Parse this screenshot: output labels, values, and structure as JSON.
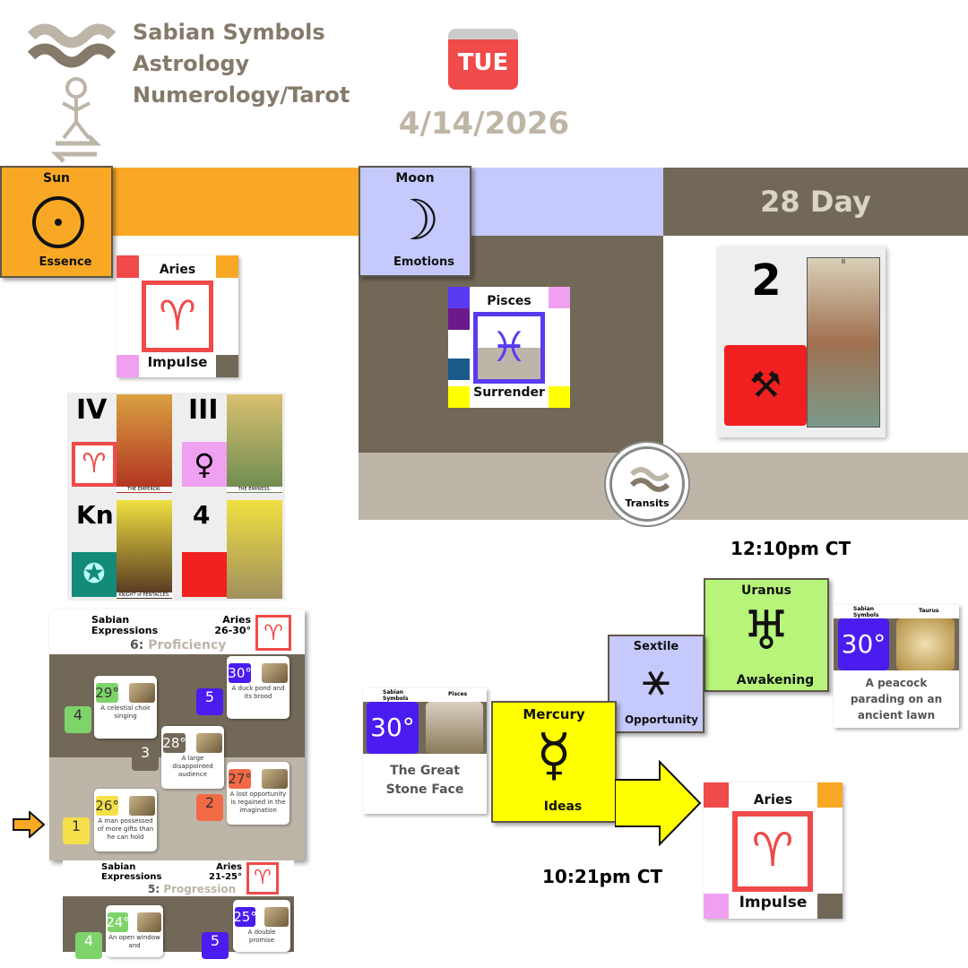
{
  "logo": {
    "lines": [
      "Sabian Symbols",
      "Astrology",
      "Numerology/Tarot"
    ]
  },
  "calendar": {
    "weekday": "TUE",
    "date": "4/14/2026"
  },
  "cycle": {
    "label": "28 Day"
  },
  "sun": {
    "title": "Sun",
    "keyword": "Essence",
    "sign": "Aries",
    "sign_keyword": "Impulse"
  },
  "moon": {
    "title": "Moon",
    "keyword": "Emotions",
    "sign": "Pisces",
    "sign_keyword": "Surrender"
  },
  "tarot_day": {
    "number": "2",
    "card": "II"
  },
  "tarot_grid": [
    {
      "label": "IV",
      "caption": "THE EMPEROR."
    },
    {
      "label": "III",
      "caption": "THE EMPRESS."
    },
    {
      "label": "Kn",
      "caption": "KNIGHT of PENTACLES."
    },
    {
      "label": "4",
      "caption": ""
    }
  ],
  "transits": {
    "label": "Transits",
    "time1": "12:10pm CT",
    "time2": "10:21pm CT"
  },
  "sabian_panel1": {
    "title1": "Sabian",
    "title2": "Expressions",
    "sign": "Aries",
    "range": "26-30°",
    "phase_num": "6:",
    "phase": "Proficiency",
    "cards": [
      {
        "deg": "26°",
        "text": "A man possessed of more gifts than he can hold",
        "num": "1",
        "color": "#f5e04a",
        "text_color": "#333"
      },
      {
        "deg": "27°",
        "text": "A lost opportunity is regained in the imagination",
        "num": "2",
        "color": "#f26a45",
        "text_color": "#333"
      },
      {
        "deg": "28°",
        "text": "A large disappointed audience",
        "num": "3",
        "color": "#726858",
        "text_color": "#fff"
      },
      {
        "deg": "29°",
        "text": "A celestial choir singing",
        "num": "4",
        "color": "#7ed36b",
        "text_color": "#333"
      },
      {
        "deg": "30°",
        "text": "A duck pond and its brood",
        "num": "5",
        "color": "#4a1cf0",
        "text_color": "#fff"
      }
    ]
  },
  "sabian_panel2": {
    "title1": "Sabian",
    "title2": "Expressions",
    "sign": "Aries",
    "range": "21-25°",
    "phase_num": "5:",
    "phase": "Progression",
    "cards": [
      {
        "deg": "24°",
        "text": "An open window and",
        "num": "4",
        "color": "#7ed36b"
      },
      {
        "deg": "25°",
        "text": "A double promise",
        "num": "5",
        "color": "#4a1cf0"
      }
    ]
  },
  "uranus": {
    "title": "Uranus",
    "keyword": "Awakening"
  },
  "sextile": {
    "title": "Sextile",
    "keyword": "Opportunity"
  },
  "mercury": {
    "title": "Mercury",
    "keyword": "Ideas",
    "sign": "Aries",
    "sign_keyword": "Impulse"
  },
  "sabian_taurus": {
    "brand": "Sabian Symbols",
    "sign": "Taurus",
    "deg": "30°",
    "text": "A peacock parading on an ancient lawn"
  },
  "sabian_pisces": {
    "brand": "Sabian Symbols",
    "sign": "Pisces",
    "deg": "30°",
    "text": "The Great Stone Face"
  },
  "colors": {
    "orange": "#f9a825",
    "periwinkle": "#c5c9fb",
    "brown": "#726858",
    "beige": "#bdb5a8",
    "green": "#b6f57a",
    "yellow": "#ffff00",
    "red": "#f04a4a",
    "purple": "#4a1cf0"
  }
}
